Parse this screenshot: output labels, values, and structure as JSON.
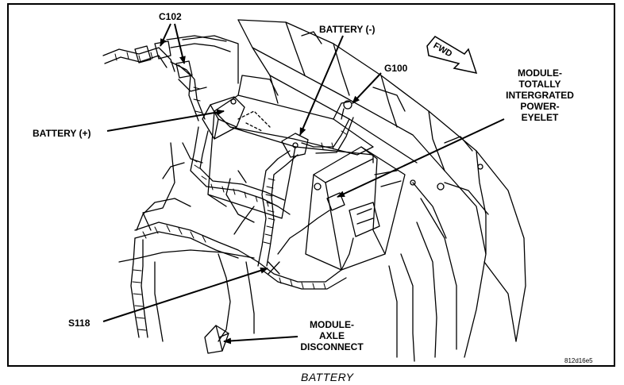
{
  "labels": {
    "c102": "C102",
    "battery_neg": "BATTERY (-)",
    "g100": "G100",
    "battery_pos": "BATTERY (+)",
    "tipm_line1": "MODULE-",
    "tipm_line2": "TOTALLY",
    "tipm_line3": "INTERGRATED",
    "tipm_line4": "POWER-",
    "tipm_line5": "EYELET",
    "s118": "S118",
    "axle_line1": "MODULE-",
    "axle_line2": "AXLE",
    "axle_line3": "DISCONNECT",
    "fwd": "FWD"
  },
  "figure_code": "812d16e5",
  "caption": "BATTERY",
  "colors": {
    "line": "#000000",
    "background": "#ffffff"
  },
  "icons": {
    "forward": "fwd-arrow-icon"
  }
}
